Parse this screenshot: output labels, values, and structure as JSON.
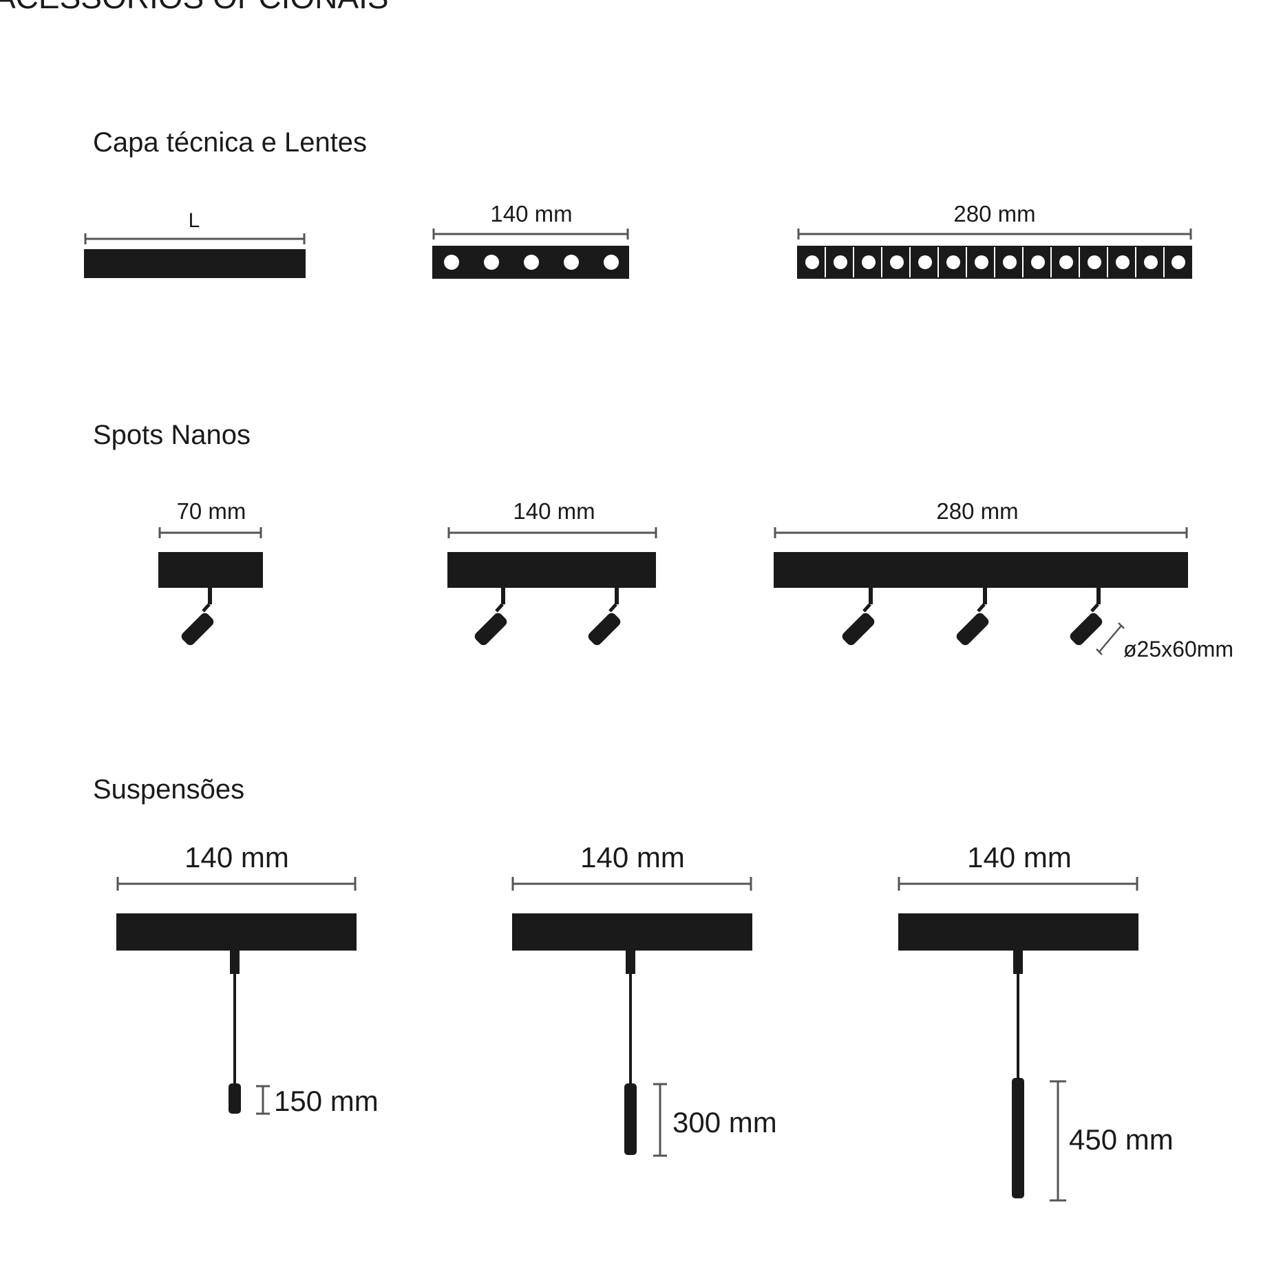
{
  "page_title": "ACESSÓRIOS OPCIONAIS",
  "colors": {
    "ink": "#1a1a1a",
    "dim": "#555555",
    "background": "#ffffff"
  },
  "sections": [
    {
      "heading": "Capa técnica e Lentes",
      "items": [
        {
          "label": "L",
          "lenses": 0
        },
        {
          "label": "140 mm",
          "lenses": 5
        },
        {
          "label": "280 mm",
          "lenses": 14
        }
      ]
    },
    {
      "heading": "Spots Nanos",
      "items": [
        {
          "label": "70 mm",
          "spots": 1
        },
        {
          "label": "140 mm",
          "spots": 2
        },
        {
          "label": "280 mm",
          "spots": 3
        }
      ],
      "spot_size_label": "ø25x60mm"
    },
    {
      "heading": "Suspensões",
      "items": [
        {
          "label": "140 mm",
          "pendant_label": "150 mm",
          "pendant_mm": 150
        },
        {
          "label": "140 mm",
          "pendant_label": "300 mm",
          "pendant_mm": 300
        },
        {
          "label": "140 mm",
          "pendant_label": "450 mm",
          "pendant_mm": 450
        }
      ]
    }
  ]
}
